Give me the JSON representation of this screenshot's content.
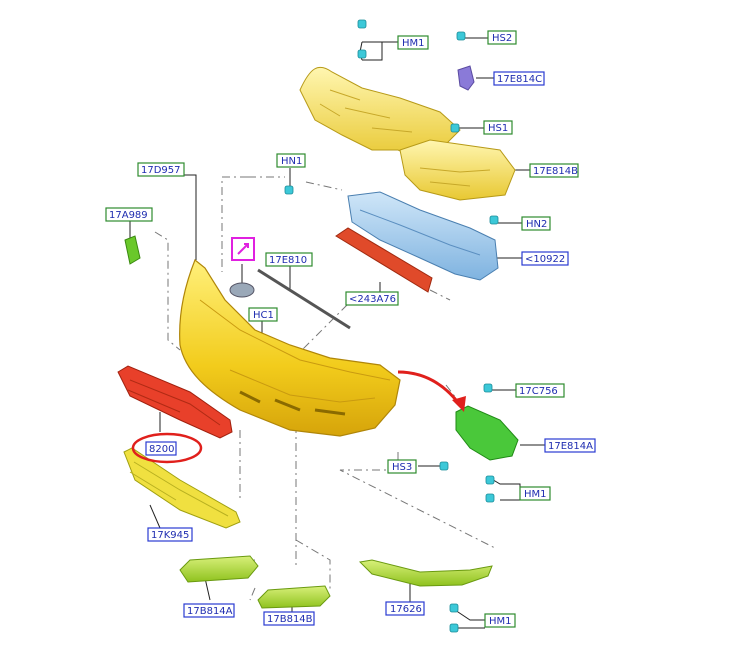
{
  "diagram": {
    "part_labels": {
      "HM1_top": "HM1",
      "HS2": "HS2",
      "C17E814C": "17E814C",
      "HS1": "HS1",
      "C17E814B": "17E814B",
      "C17D957": "17D957",
      "HN1": "HN1",
      "C17A989": "17A989",
      "HN2": "HN2",
      "C10922": "<10922",
      "C17E810": "17E810",
      "C243A76": "<243A76",
      "HC1": "HC1",
      "C17C756": "17C756",
      "C17E814A": "17E814A",
      "C8200": "8200",
      "HS3": "HS3",
      "HM1_right": "HM1",
      "C17K945": "17K945",
      "C17B814A": "17B814A",
      "C17B814B": "17B814B",
      "C17626": "17626",
      "HM1_bottom": "HM1"
    },
    "colors": {
      "label_green": "#2e8b2e",
      "label_blue": "#2a3bd1",
      "text": "#1f2db0",
      "highlight_circle": "#e0201c",
      "arrow_red": "#e0201c",
      "logo_frame": "#e020e0"
    }
  }
}
